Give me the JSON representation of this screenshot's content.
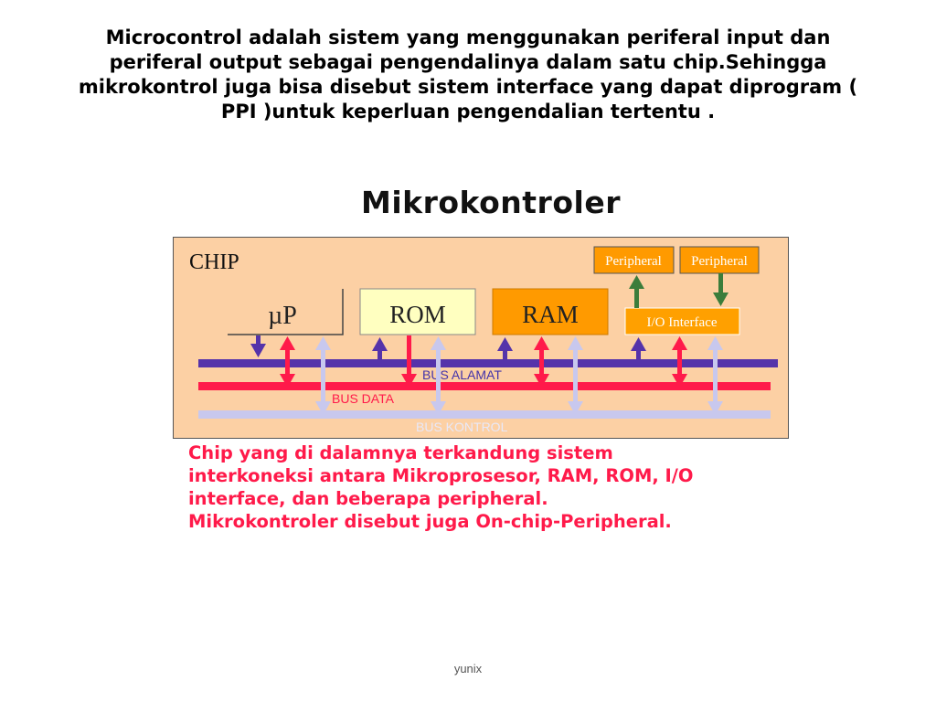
{
  "paragraph": {
    "lines": [
      "Microcontrol adalah sistem yang menggunakan periferal input dan",
      "periferal output sebagai pengendalinya dalam satu chip.Sehingga",
      "mikrokontrol juga bisa disebut sistem interface yang dapat diprogram (",
      "PPI )untuk keperluan pengendalian tertentu ."
    ]
  },
  "diagram": {
    "title": "Mikrokontroler",
    "chip_label": "CHIP",
    "blocks": {
      "up": "µP",
      "rom": "ROM",
      "ram": "RAM",
      "io": "I/O Interface",
      "peripheral_1": "Peripheral",
      "peripheral_2": "Peripheral"
    },
    "buses": {
      "alamat": "BUS ALAMAT",
      "data": "BUS DATA",
      "kontrol": "BUS KONTROL"
    },
    "colors": {
      "chip_bg": "#fcd0a4",
      "rom_bg": "#ffffc0",
      "ram_bg": "#ff9a00",
      "io_bg": "#ffa000",
      "bus_alamat": "#5533aa",
      "bus_data": "#ff1a4a",
      "bus_kontrol": "#c8c8ee",
      "peripheral_arrow": "#3b7d3b"
    }
  },
  "caption": {
    "lines": [
      "Chip yang di dalamnya terkandung sistem",
      "interkoneksi antara Mikroprosesor, RAM, ROM, I/O",
      "interface, dan beberapa peripheral.",
      "Mikrokontroler disebut juga On-chip-Peripheral."
    ]
  },
  "footer": "yunix"
}
